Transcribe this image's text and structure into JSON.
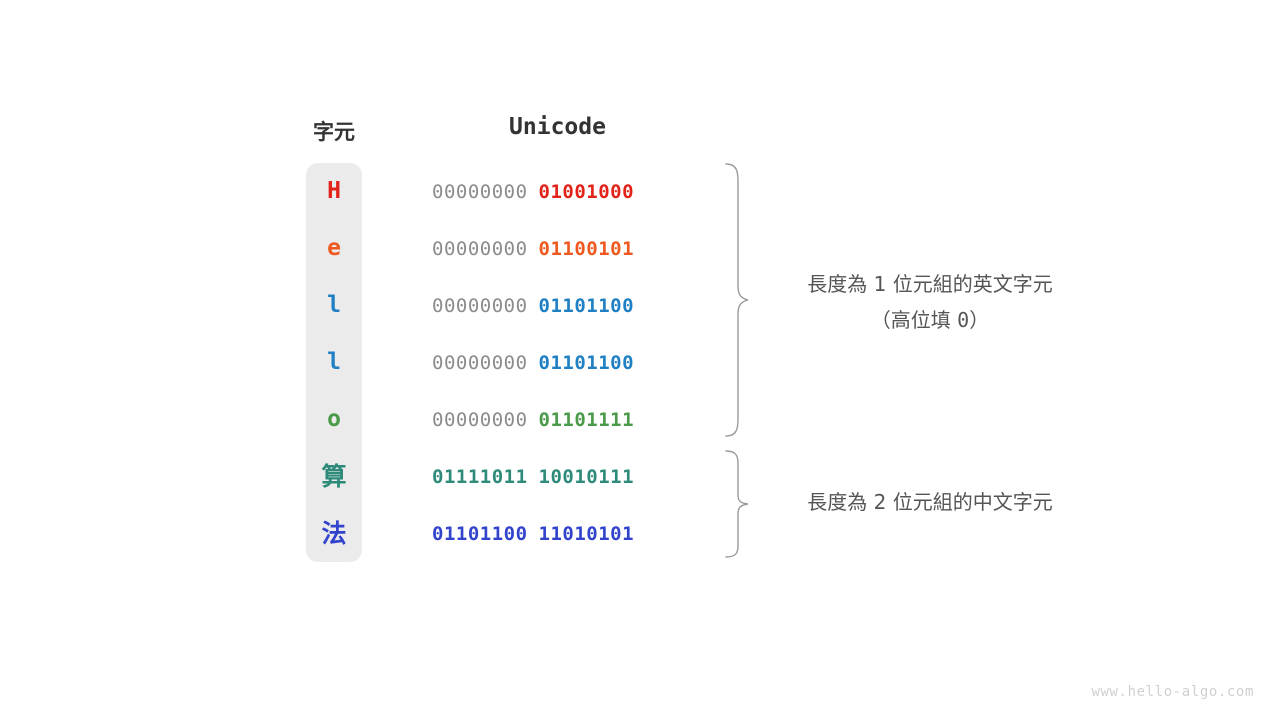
{
  "headers": {
    "character": "字元",
    "unicode": "Unicode"
  },
  "colors": {
    "panel_bg": "#ebebeb",
    "pad_gray": "#8c8c8c",
    "brace_gray": "#9a9a9a",
    "annotation_gray": "#555555",
    "watermark_gray": "#d0d0d0",
    "header_dark": "#333333"
  },
  "rows": [
    {
      "char": "H",
      "script": "latin",
      "color": "#e2231a",
      "pad": "00000000",
      "payload": "01001000",
      "pad_colored": false
    },
    {
      "char": "e",
      "script": "latin",
      "color": "#ee5920",
      "pad": "00000000",
      "payload": "01100101",
      "pad_colored": false
    },
    {
      "char": "l",
      "script": "latin",
      "color": "#2080c4",
      "pad": "00000000",
      "payload": "01101100",
      "pad_colored": false
    },
    {
      "char": "l",
      "script": "latin",
      "color": "#2080c4",
      "pad": "00000000",
      "payload": "01101100",
      "pad_colored": false
    },
    {
      "char": "o",
      "script": "latin",
      "color": "#4a9a4a",
      "pad": "00000000",
      "payload": "01101111",
      "pad_colored": false
    },
    {
      "char": "算",
      "script": "cjk",
      "color": "#2e8b7a",
      "pad": "01111011",
      "payload": "10010111",
      "pad_colored": true
    },
    {
      "char": "法",
      "script": "cjk",
      "color": "#3344cc",
      "pad": "01101100",
      "payload": "11010101",
      "pad_colored": true
    }
  ],
  "annotations": {
    "one_byte_line1": "長度為 1 位元組的英文字元",
    "one_byte_line2_prefix": "（高位填 ",
    "one_byte_line2_value": "0",
    "one_byte_line2_suffix": "）",
    "two_byte_line1": "長度為 2 位元組的中文字元"
  },
  "watermark": "www.hello-algo.com"
}
